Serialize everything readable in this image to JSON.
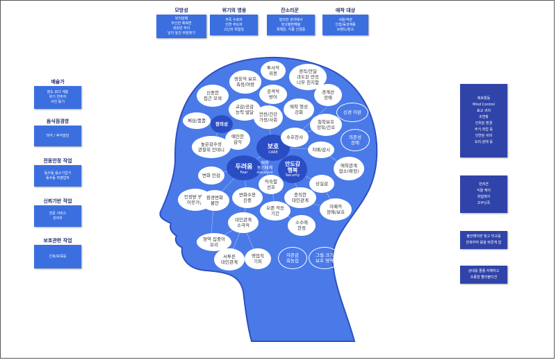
{
  "colors": {
    "head": "#4a7ae8",
    "head_outline": "#2d4fc2",
    "box": "#3b6fe0",
    "right_box": "#2f43a8",
    "label": "#1f2a6b"
  },
  "top": [
    {
      "label": "모방성",
      "text": "뒤지잖돼\n무신반 예쿼변\n세싱반 주의\n넘이 높건 부분찾기"
    },
    {
      "label": "위기의 영웅",
      "text": "부족 수호자\n인연 주도자\n고난의 위험당"
    },
    {
      "label": "잔소리꾼",
      "text": "빌리전 관리에서\n판고불편해뷴\n폭해문, 각종 선경증"
    },
    {
      "label": "애착 대상",
      "text": "사람/적관\n인형/동성애종\n브랜드/장소"
    }
  ],
  "left": [
    {
      "label": "예술가",
      "text": "참도 보다 계층\n위기 연주자\n사진 동기"
    },
    {
      "label": "음식점경영",
      "text": "미각 / 후각발달"
    },
    {
      "label": "전동안정 작업",
      "text": "동수동 음소기업가\n동수동 자영업자"
    },
    {
      "label": "신뢰기반 작업",
      "text": "전문 서비스\n관리자"
    },
    {
      "label": "보호관련 작업",
      "text": "간호/보육등"
    }
  ],
  "right": [
    {
      "lines": [
        "애호활동",
        "Mind Control",
        "효교 귀의",
        "조연항",
        "인위된 환경",
        "주거,직업 등",
        "인연된 쉬미",
        "요리,원례 등"
      ]
    },
    {
      "lines": [
        "반려견",
        "식물 케어",
        "위험에지",
        "코쿠닝족"
      ]
    },
    {
      "lines": [
        "불안해지면 청고 닦고를",
        "반복하여 몸을 바른게 함"
      ]
    },
    {
      "lines": [
        "상대를 졸종 자해하고",
        "조종형 빨라볼티견"
      ]
    }
  ],
  "center": [
    {
      "text": "보호",
      "sub": "CARE"
    },
    {
      "text": "두려움",
      "sub": "Fear"
    },
    {
      "text": "애착\n동기체계",
      "sub": "Attachment"
    },
    {
      "text": "안도감\n행복",
      "sub": "Security"
    }
  ],
  "bubbles": [
    {
      "text": "투사적\n위용",
      "style": ""
    },
    {
      "text": "영웅적 보호\n측정/여왕",
      "style": ""
    },
    {
      "text": "경직/안달\n과도된 반응\n너무 친지함",
      "style": ""
    },
    {
      "text": "신중한\n접근 모색",
      "style": "orange"
    },
    {
      "text": "공격적\n방어",
      "style": "red"
    },
    {
      "text": "경계선\n장애",
      "style": ""
    },
    {
      "text": "교감/공감\n능력 발달",
      "style": "orange"
    },
    {
      "text": "안전/건강\n가정/사회",
      "style": "purple"
    },
    {
      "text": "애착 형성\n강화",
      "style": ""
    },
    {
      "text": "신경 이완",
      "style": "outline"
    },
    {
      "text": "체심/품품",
      "style": "orange"
    },
    {
      "text": "창의성",
      "style": "dark"
    },
    {
      "text": "칠착보호\n양육/간호",
      "style": "purple"
    },
    {
      "text": "예민한\n감각",
      "style": ""
    },
    {
      "text": "수호천사",
      "style": ""
    },
    {
      "text": "의존성\n장애",
      "style": "outline"
    },
    {
      "text": "높은감수성\n관찰위 인데니",
      "style": "orange"
    },
    {
      "text": "지배/감시",
      "style": ""
    },
    {
      "text": "애착관계\n협소(확장)",
      "style": ""
    },
    {
      "text": "변화 민감",
      "style": ""
    },
    {
      "text": "익숙함\n선호",
      "style": ""
    },
    {
      "text": "충직한\n대인관계",
      "style": "red"
    },
    {
      "text": "상실감",
      "style": ""
    },
    {
      "text": "인정받 방해\n어웃거림",
      "style": ""
    },
    {
      "text": "환경변화\n불안",
      "style": "purple"
    },
    {
      "text": "변화수용\n진중",
      "style": ""
    },
    {
      "text": "오랜 적응\n기간",
      "style": ""
    },
    {
      "text": "자폐적\n장애/보호",
      "style": ""
    },
    {
      "text": "대인관계\n소극적",
      "style": ""
    },
    {
      "text": "소수에\n한정",
      "style": ""
    },
    {
      "text": "영역 집중이\n유리",
      "style": ""
    },
    {
      "text": "서투른\n대인관계",
      "style": ""
    },
    {
      "text": "영업직\n기피",
      "style": ""
    },
    {
      "text": "자존감\n회농집",
      "style": "outline"
    },
    {
      "text": "그럴 크기\n보호 영역",
      "style": "outline"
    }
  ]
}
